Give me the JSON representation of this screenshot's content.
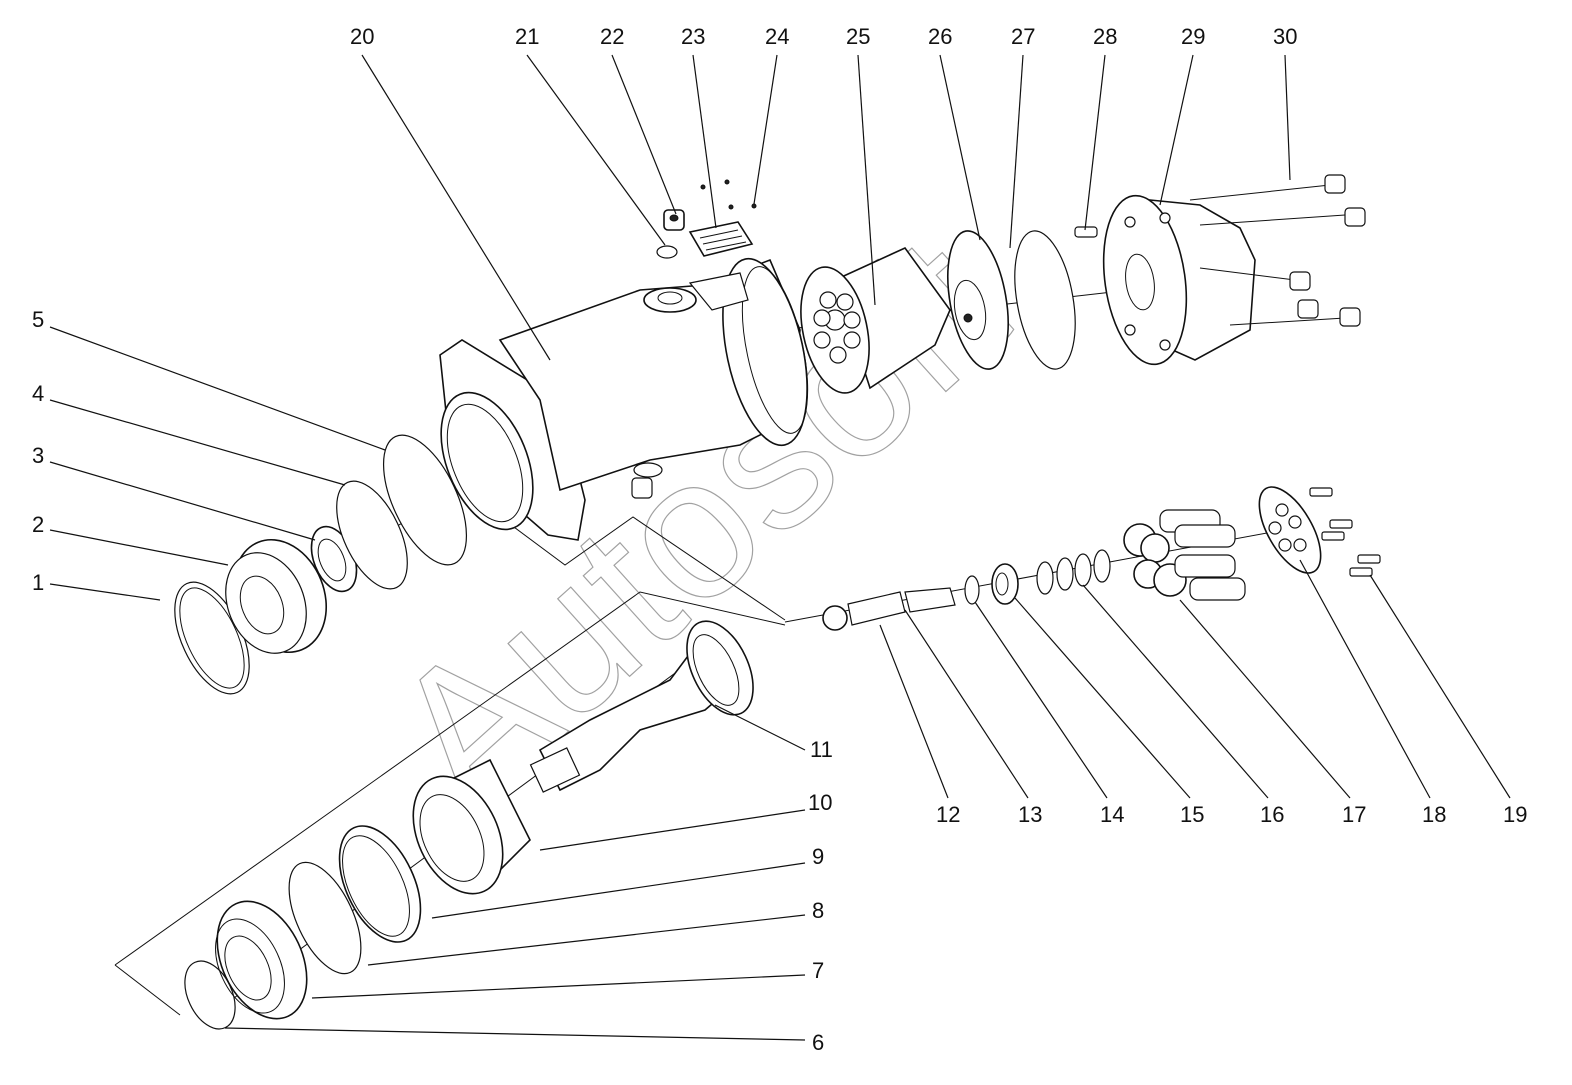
{
  "diagram": {
    "labels": [
      "1",
      "2",
      "3",
      "4",
      "5",
      "6",
      "7",
      "8",
      "9",
      "10",
      "11",
      "12",
      "13",
      "14",
      "15",
      "16",
      "17",
      "18",
      "19",
      "20",
      "21",
      "22",
      "23",
      "24",
      "25",
      "26",
      "27",
      "28",
      "29",
      "30"
    ],
    "watermark": "Autosoft"
  }
}
